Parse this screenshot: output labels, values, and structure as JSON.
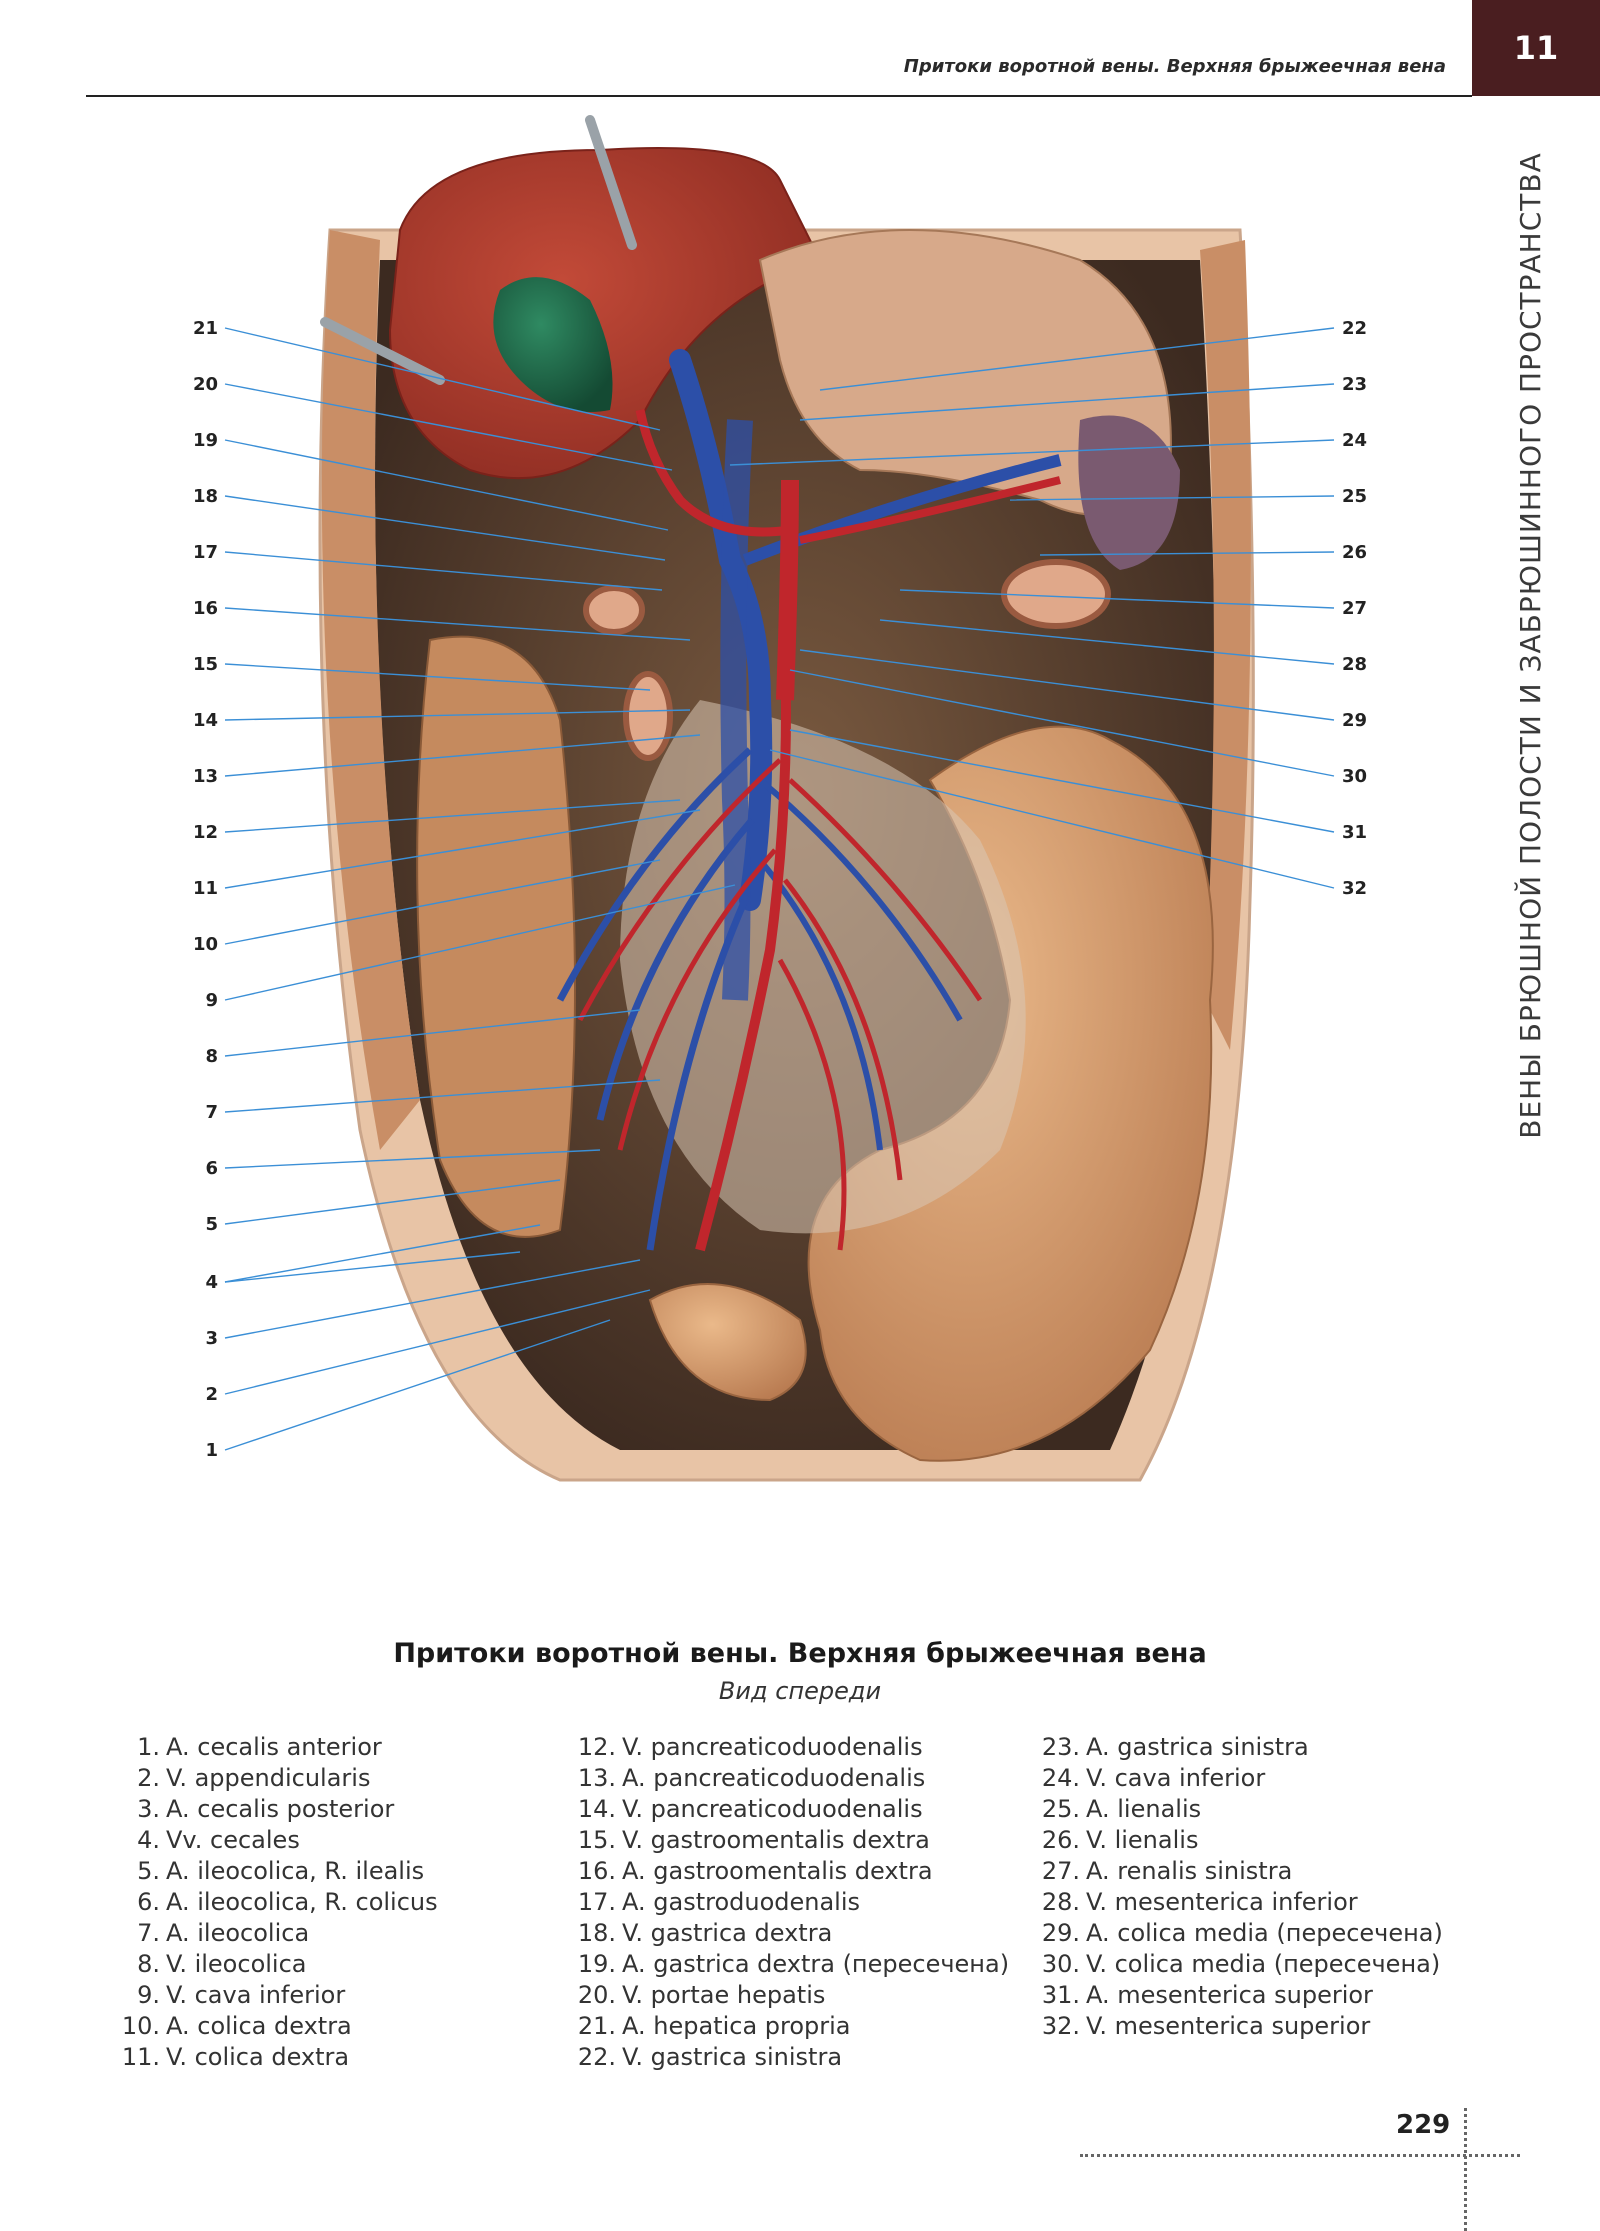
{
  "header": {
    "running_title": "Притоки воротной вены. Верхняя брыжеечная вена",
    "chapter_number": "11",
    "side_title": "ВЕНЫ БРЮШНОЙ ПОЛОСТИ И ЗАБРЮШИННОГО ПРОСТРАНСТВА"
  },
  "figure": {
    "title": "Притоки воротной вены. Верхняя брыжеечная вена",
    "subtitle": "Вид спереди",
    "left_callouts": [
      "21",
      "20",
      "19",
      "18",
      "17",
      "16",
      "15",
      "14",
      "13",
      "12",
      "11",
      "10",
      "9",
      "8",
      "7",
      "6",
      "5",
      "4",
      "3",
      "2",
      "1"
    ],
    "right_callouts": [
      "22",
      "23",
      "24",
      "25",
      "26",
      "27",
      "28",
      "29",
      "30",
      "31",
      "32"
    ],
    "colors": {
      "artery": "#c0262c",
      "vein": "#2c4fa8",
      "liver": "#a93a2c",
      "gallbladder": "#1f6a4a",
      "intestine": "#d9a272"
    }
  },
  "legend": {
    "col1": [
      {
        "num": "1.",
        "text": "A. cecalis anterior"
      },
      {
        "num": "2.",
        "text": "V. appendicularis"
      },
      {
        "num": "3.",
        "text": "A. cecalis posterior"
      },
      {
        "num": "4.",
        "text": "Vv. cecales"
      },
      {
        "num": "5.",
        "text": "A. ileocolica, R. ilealis"
      },
      {
        "num": "6.",
        "text": "A. ileocolica, R. colicus"
      },
      {
        "num": "7.",
        "text": "A. ileocolica"
      },
      {
        "num": "8.",
        "text": "V. ileocolica"
      },
      {
        "num": "9.",
        "text": "V. cava inferior"
      },
      {
        "num": "10.",
        "text": "A. colica dextra"
      },
      {
        "num": "11.",
        "text": "V. colica dextra"
      }
    ],
    "col2": [
      {
        "num": "12.",
        "text": "V. pancreaticoduodenalis"
      },
      {
        "num": "13.",
        "text": "A. pancreaticoduodenalis"
      },
      {
        "num": "14.",
        "text": "V. pancreaticoduodenalis"
      },
      {
        "num": "15.",
        "text": "V. gastroomentalis dextra"
      },
      {
        "num": "16.",
        "text": "A. gastroomentalis dextra"
      },
      {
        "num": "17.",
        "text": "A. gastroduodenalis"
      },
      {
        "num": "18.",
        "text": "V. gastrica dextra"
      },
      {
        "num": "19.",
        "text": "A. gastrica dextra (пересечена)"
      },
      {
        "num": "20.",
        "text": "V. portae hepatis"
      },
      {
        "num": "21.",
        "text": "A. hepatica propria"
      },
      {
        "num": "22.",
        "text": "V. gastrica sinistra"
      }
    ],
    "col3": [
      {
        "num": "23.",
        "text": "A. gastrica sinistra"
      },
      {
        "num": "24.",
        "text": "V. cava inferior"
      },
      {
        "num": "25.",
        "text": "A. lienalis"
      },
      {
        "num": "26.",
        "text": "V. lienalis"
      },
      {
        "num": "27.",
        "text": "A. renalis sinistra"
      },
      {
        "num": "28.",
        "text": "V. mesenterica inferior"
      },
      {
        "num": "29.",
        "text": "A. colica media (пересечена)"
      },
      {
        "num": "30.",
        "text": "V. colica media (пересечена)"
      },
      {
        "num": "31.",
        "text": "A. mesenterica superior"
      },
      {
        "num": "32.",
        "text": "V. mesenterica superior"
      }
    ]
  },
  "footer": {
    "page_number": "229"
  }
}
